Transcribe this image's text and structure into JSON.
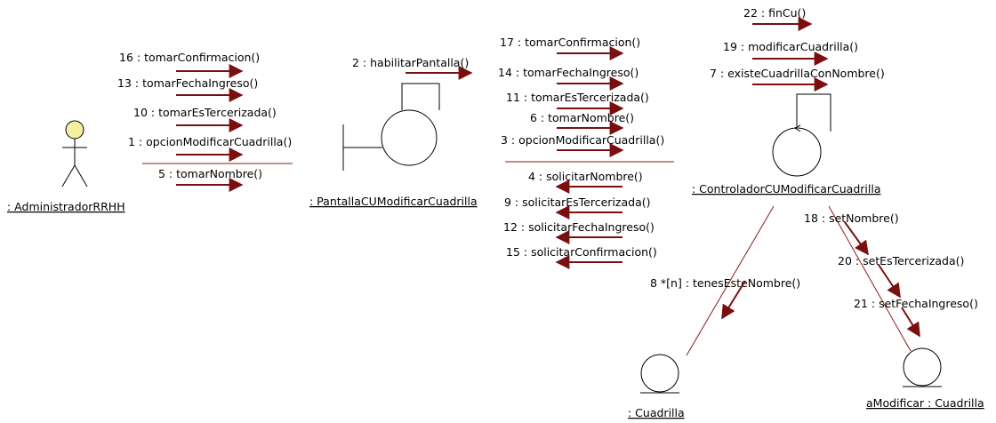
{
  "objects": {
    "actor": ": AdministradorRRHH",
    "boundary": ": PantallaCUModificarCuadrilla",
    "control": ": ControladorCUModificarCuadrilla",
    "cuadrilla": ": Cuadrilla",
    "amodificar": "aModificar : Cuadrilla"
  },
  "messages": {
    "actor_to_boundary": [
      "16 : tomarConfirmacion()",
      "13 : tomarFechaIngreso()",
      "10 : tomarEsTercerizada()",
      "1 : opcionModificarCuadrilla()",
      "5 : tomarNombre()"
    ],
    "boundary_self": "2 : habilitarPantalla()",
    "boundary_to_control": [
      "17 : tomarConfirmacion()",
      "14 : tomarFechaIngreso()",
      "11 : tomarEsTercerizada()",
      "6 : tomarNombre()",
      "3 : opcionModificarCuadrilla()"
    ],
    "control_to_boundary": [
      "4 : solicitarNombre()",
      "9 : solicitarEsTercerizada()",
      "12 : solicitarFechaIngreso()",
      "15 : solicitarConfirmacion()"
    ],
    "control_self": [
      "22 : finCu()",
      "19 : modificarCuadrilla()",
      "7 : existeCuadrillaConNombre()"
    ],
    "control_to_cuadrilla": "8 *[n] : tenesEsteNombre()",
    "control_to_amodificar": [
      "18 : setNombre()",
      "20 : setEsTercerizada()",
      "21 : setFechaIngreso()"
    ]
  },
  "colors": {
    "arrow": "#7a0f0f",
    "line": "#8b1a1a",
    "actor_fill": "#f4f0a0",
    "shape": "#000000"
  }
}
